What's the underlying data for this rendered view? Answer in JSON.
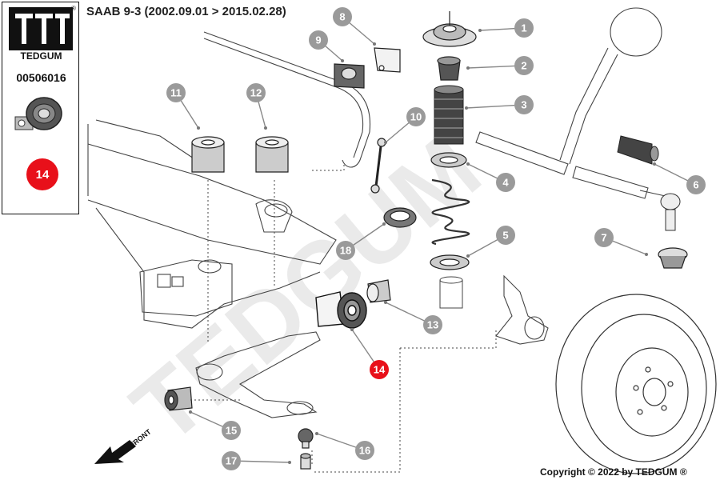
{
  "header": {
    "brand": "TEDGUM",
    "registered_mark": "®",
    "part_number": "00506016",
    "highlight_number": "14",
    "model": "SAAB 9-3 (2002.09.01 > 2015.02.28)"
  },
  "watermark": "TEDGUM",
  "front_label": "FRONT",
  "copyright": "Copyright © 2022 by TEDGUM ®",
  "colors": {
    "callout_grey": "#9a9a9a",
    "highlight_red": "#e8101a",
    "line": "#222222",
    "watermark": "#d9d9d9"
  },
  "callouts": [
    {
      "label": "1"
    },
    {
      "label": "2"
    },
    {
      "label": "3"
    },
    {
      "label": "4"
    },
    {
      "label": "5"
    },
    {
      "label": "6"
    },
    {
      "label": "7"
    },
    {
      "label": "8"
    },
    {
      "label": "9"
    },
    {
      "label": "10"
    },
    {
      "label": "11"
    },
    {
      "label": "12"
    },
    {
      "label": "13"
    },
    {
      "label": "14",
      "highlight": true
    },
    {
      "label": "15"
    },
    {
      "label": "16"
    },
    {
      "label": "17"
    },
    {
      "label": "18"
    }
  ]
}
